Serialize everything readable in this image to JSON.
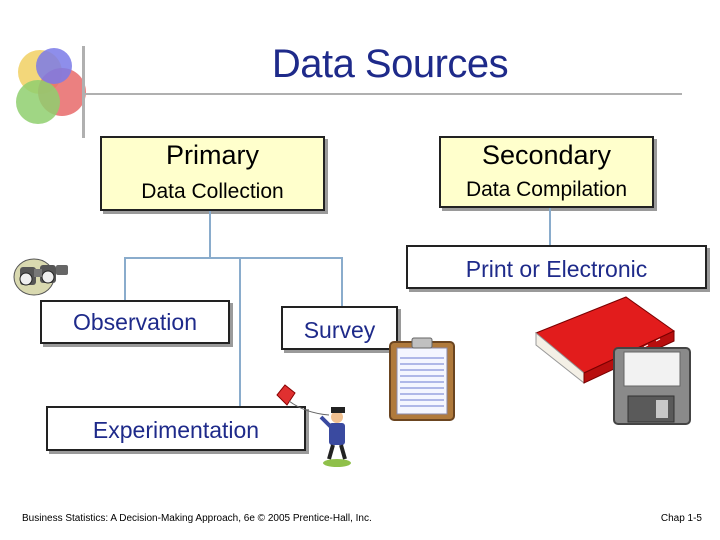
{
  "slide": {
    "title": "Data Sources"
  },
  "primary": {
    "heading": "Primary",
    "subheading": "Data Collection"
  },
  "secondary": {
    "heading": "Secondary",
    "subheading": "Data Compilation"
  },
  "methods": {
    "observation": "Observation",
    "survey": "Survey",
    "experimentation": "Experimentation",
    "print_or_electronic": "Print or Electronic"
  },
  "footer": {
    "citation": "Business Statistics: A Decision-Making Approach, 6e © 2005 Prentice-Hall, Inc.",
    "page": "Chap 1-5"
  },
  "icons": [
    "logo-circles-icon",
    "binoculars-icon",
    "clipboard-icon",
    "scientist-kite-icon",
    "book-icon",
    "floppy-disk-icon"
  ],
  "colors": {
    "title": "#1e2a8a",
    "box_fill": "#ffffcc",
    "connector": "#8aaccc",
    "method_text": "#1e2a8a"
  }
}
